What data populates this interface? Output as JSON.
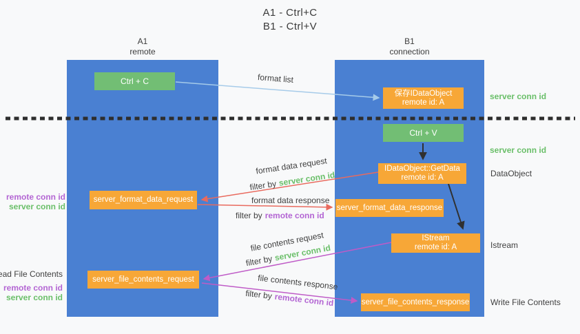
{
  "colors": {
    "background": "#f8f9fa",
    "column_blue": "#4a80d2",
    "box_green": "#72be74",
    "box_orange": "#f7a737",
    "arrow_light_blue": "#a6cbe9",
    "arrow_red": "#e96a5e",
    "arrow_magenta": "#bf5bc7",
    "arrow_black": "#303030",
    "dashed_line": "#2e2e2e",
    "text_green": "#6abf69",
    "text_purple": "#b365d3",
    "text_dark": "#3b3b3b",
    "box_text": "#ffffff"
  },
  "title": {
    "line1": "A1 - Ctrl+C",
    "line2": "B1 - Ctrl+V"
  },
  "columns": {
    "a": {
      "name": "A1",
      "subtitle": "remote"
    },
    "b": {
      "name": "B1",
      "subtitle": "connection"
    }
  },
  "nodes": {
    "ctrl_c": {
      "label": "Ctrl + C"
    },
    "ctrl_v": {
      "label": "Ctrl + V"
    },
    "save_idataobject": {
      "line1": "保存IDataObject",
      "line2": "remote id: A"
    },
    "getdata": {
      "line1": "IDataObject::GetData",
      "line2": "remote id: A"
    },
    "istream": {
      "line1": "IStream",
      "line2": "remote id: A"
    },
    "server_format_data_request": {
      "label": "server_format_data_request"
    },
    "server_format_data_response": {
      "label": "server_format_data_response"
    },
    "server_file_contents_request": {
      "label": "server_file_contents_request"
    },
    "server_file_contents_response": {
      "label": "server_file_contents_response"
    }
  },
  "arrow_labels": {
    "format_list": "format list",
    "format_data_request": "format data request",
    "format_data_response": "format data response",
    "file_contents_request": "file contents request",
    "file_contents_response": "file contents response",
    "filter_by": "filter by"
  },
  "terms": {
    "server_conn_id": "server conn id",
    "remote_conn_id": "remote conn id"
  },
  "side_labels": {
    "dataobject": "DataObject",
    "istream": "Istream",
    "write_file_contents": "Write File Contents",
    "read_file_contents": "Read File Contents"
  }
}
